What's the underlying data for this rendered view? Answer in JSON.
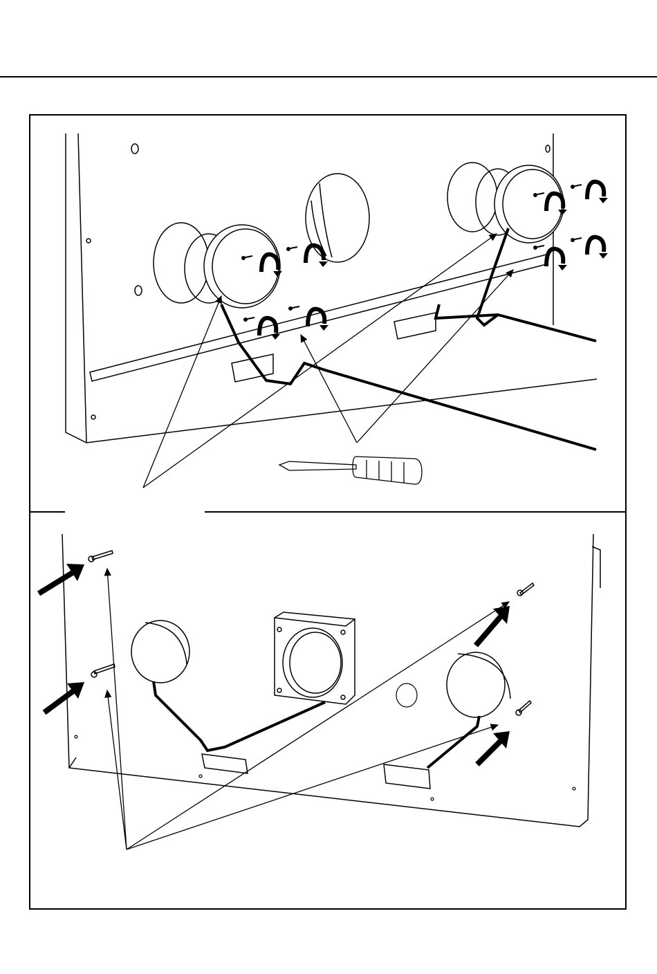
{
  "figure": {
    "top_panel": {
      "callouts": [
        "knob-bezels",
        "bezel-screws"
      ],
      "tool": "screwdriver-icon"
    },
    "bottom_panel": {
      "callouts": [
        "mounting-screws"
      ]
    }
  },
  "colors": {
    "line": "#000000",
    "paper": "#ffffff"
  }
}
